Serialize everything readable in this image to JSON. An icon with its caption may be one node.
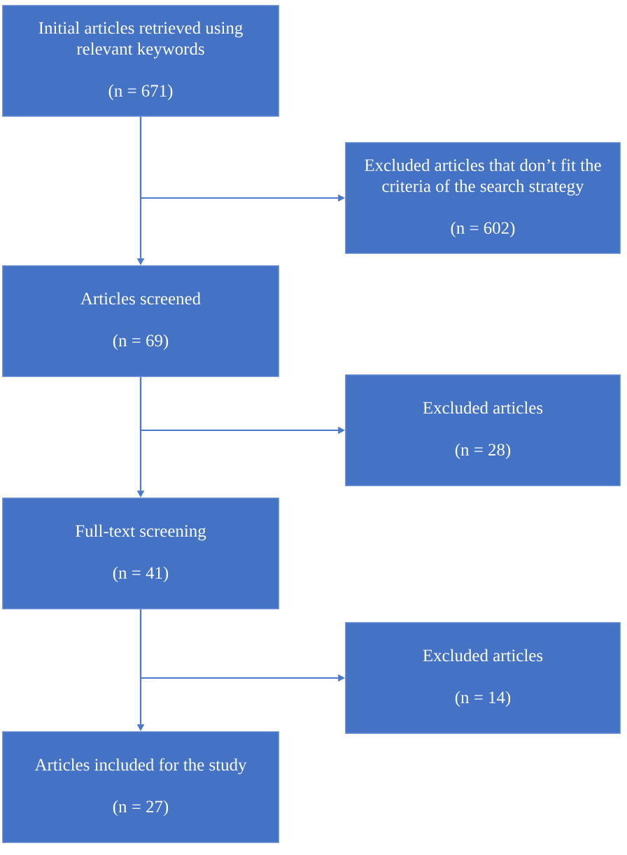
{
  "diagram": {
    "nodes": [
      {
        "text": [
          "Initial articles retrieved using relevant keywords",
          "(n = 671)"
        ]
      },
      {
        "text": [
          "Excluded articles that don’t fit the criteria of the search strategy",
          "(n = 602)"
        ]
      },
      {
        "text": [
          "Articles screened",
          "(n = 69)"
        ]
      },
      {
        "text": [
          "Excluded articles",
          "(n = 28)"
        ]
      },
      {
        "text": [
          "Full-text screening",
          "(n = 41)"
        ]
      },
      {
        "text": [
          "Excluded articles",
          "(n = 14)"
        ]
      },
      {
        "text": [
          "Articles included for the study",
          "(n = 27)"
        ]
      }
    ],
    "edges": [
      {
        "from": 0,
        "to": 2,
        "arrow": "to"
      },
      {
        "from": 0,
        "to": 1,
        "arrow": "to"
      },
      {
        "from": 2,
        "to": 4,
        "arrow": "to"
      },
      {
        "from": 2,
        "to": 3,
        "arrow": "to"
      },
      {
        "from": 4,
        "to": 6,
        "arrow": "to"
      },
      {
        "from": 4,
        "to": 5,
        "arrow": "to"
      }
    ]
  }
}
